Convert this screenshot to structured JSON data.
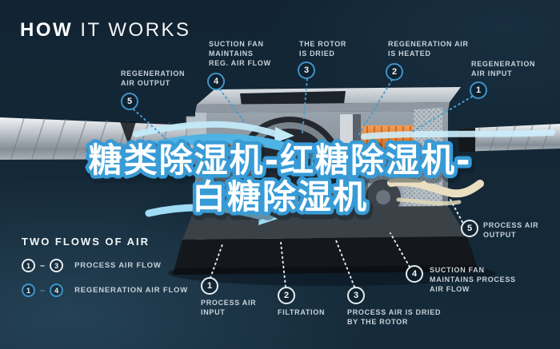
{
  "header": {
    "title_strong": "HOW",
    "title_light": "IT WORKS"
  },
  "overlay_title": {
    "line1": "糖类除湿机-红糖除湿机-",
    "line2": "白糖除湿机",
    "fill": "#ffffff",
    "stroke": "#379bd6"
  },
  "callouts": {
    "top": [
      {
        "id": "regeneration-air-output",
        "num": "5",
        "lines": [
          "REGENERATION",
          "AIR OUTPUT"
        ]
      },
      {
        "id": "suction-fan-reg-air-flow",
        "num": "4",
        "lines": [
          "SUCTION FAN",
          "MAINTAINS",
          "REG. AIR FLOW"
        ]
      },
      {
        "id": "rotor-is-dried",
        "num": "3",
        "lines": [
          "THE ROTOR",
          "IS DRIED"
        ]
      },
      {
        "id": "regeneration-air-heated",
        "num": "2",
        "lines": [
          "REGENERATION AIR",
          "IS HEATED"
        ]
      },
      {
        "id": "regeneration-air-input",
        "num": "1",
        "lines": [
          "REGENERATION",
          "AIR INPUT"
        ]
      }
    ],
    "bottom": [
      {
        "id": "process-air-input",
        "num": "1",
        "lines": [
          "PROCESS AIR",
          "INPUT"
        ]
      },
      {
        "id": "filtration",
        "num": "2",
        "lines": [
          "FILTRATION"
        ]
      },
      {
        "id": "process-air-dried-by-rotor",
        "num": "3",
        "lines": [
          "PROCESS AIR IS DRIED",
          "BY THE ROTOR"
        ]
      },
      {
        "id": "suction-fan-process-air-flow",
        "num": "4",
        "lines": [
          "SUCTION FAN",
          "MAINTAINS PROCESS",
          "AIR FLOW"
        ]
      },
      {
        "id": "process-air-output",
        "num": "5",
        "lines": [
          "PROCESS AIR",
          "OUTPUT"
        ]
      }
    ]
  },
  "legend": {
    "title": "TWO FLOWS OF AIR",
    "dash": "–",
    "rows": [
      {
        "from": "1",
        "to": "3",
        "label": "PROCESS AIR FLOW",
        "style": "process"
      },
      {
        "from": "1",
        "to": "4",
        "label": "REGENERATION AIR FLOW",
        "style": "regeneration"
      }
    ]
  },
  "colors": {
    "background": "#152b3a",
    "accent_blue_ring": "#3e93c8",
    "process_ring": "#e6edf2",
    "label_text": "#c7d2da",
    "ribbon_blue": "#4fb3e3",
    "ribbon_cream": "#eadec0",
    "heater_orange": "#e0742c",
    "title_stroke_blue": "#379bd6"
  }
}
